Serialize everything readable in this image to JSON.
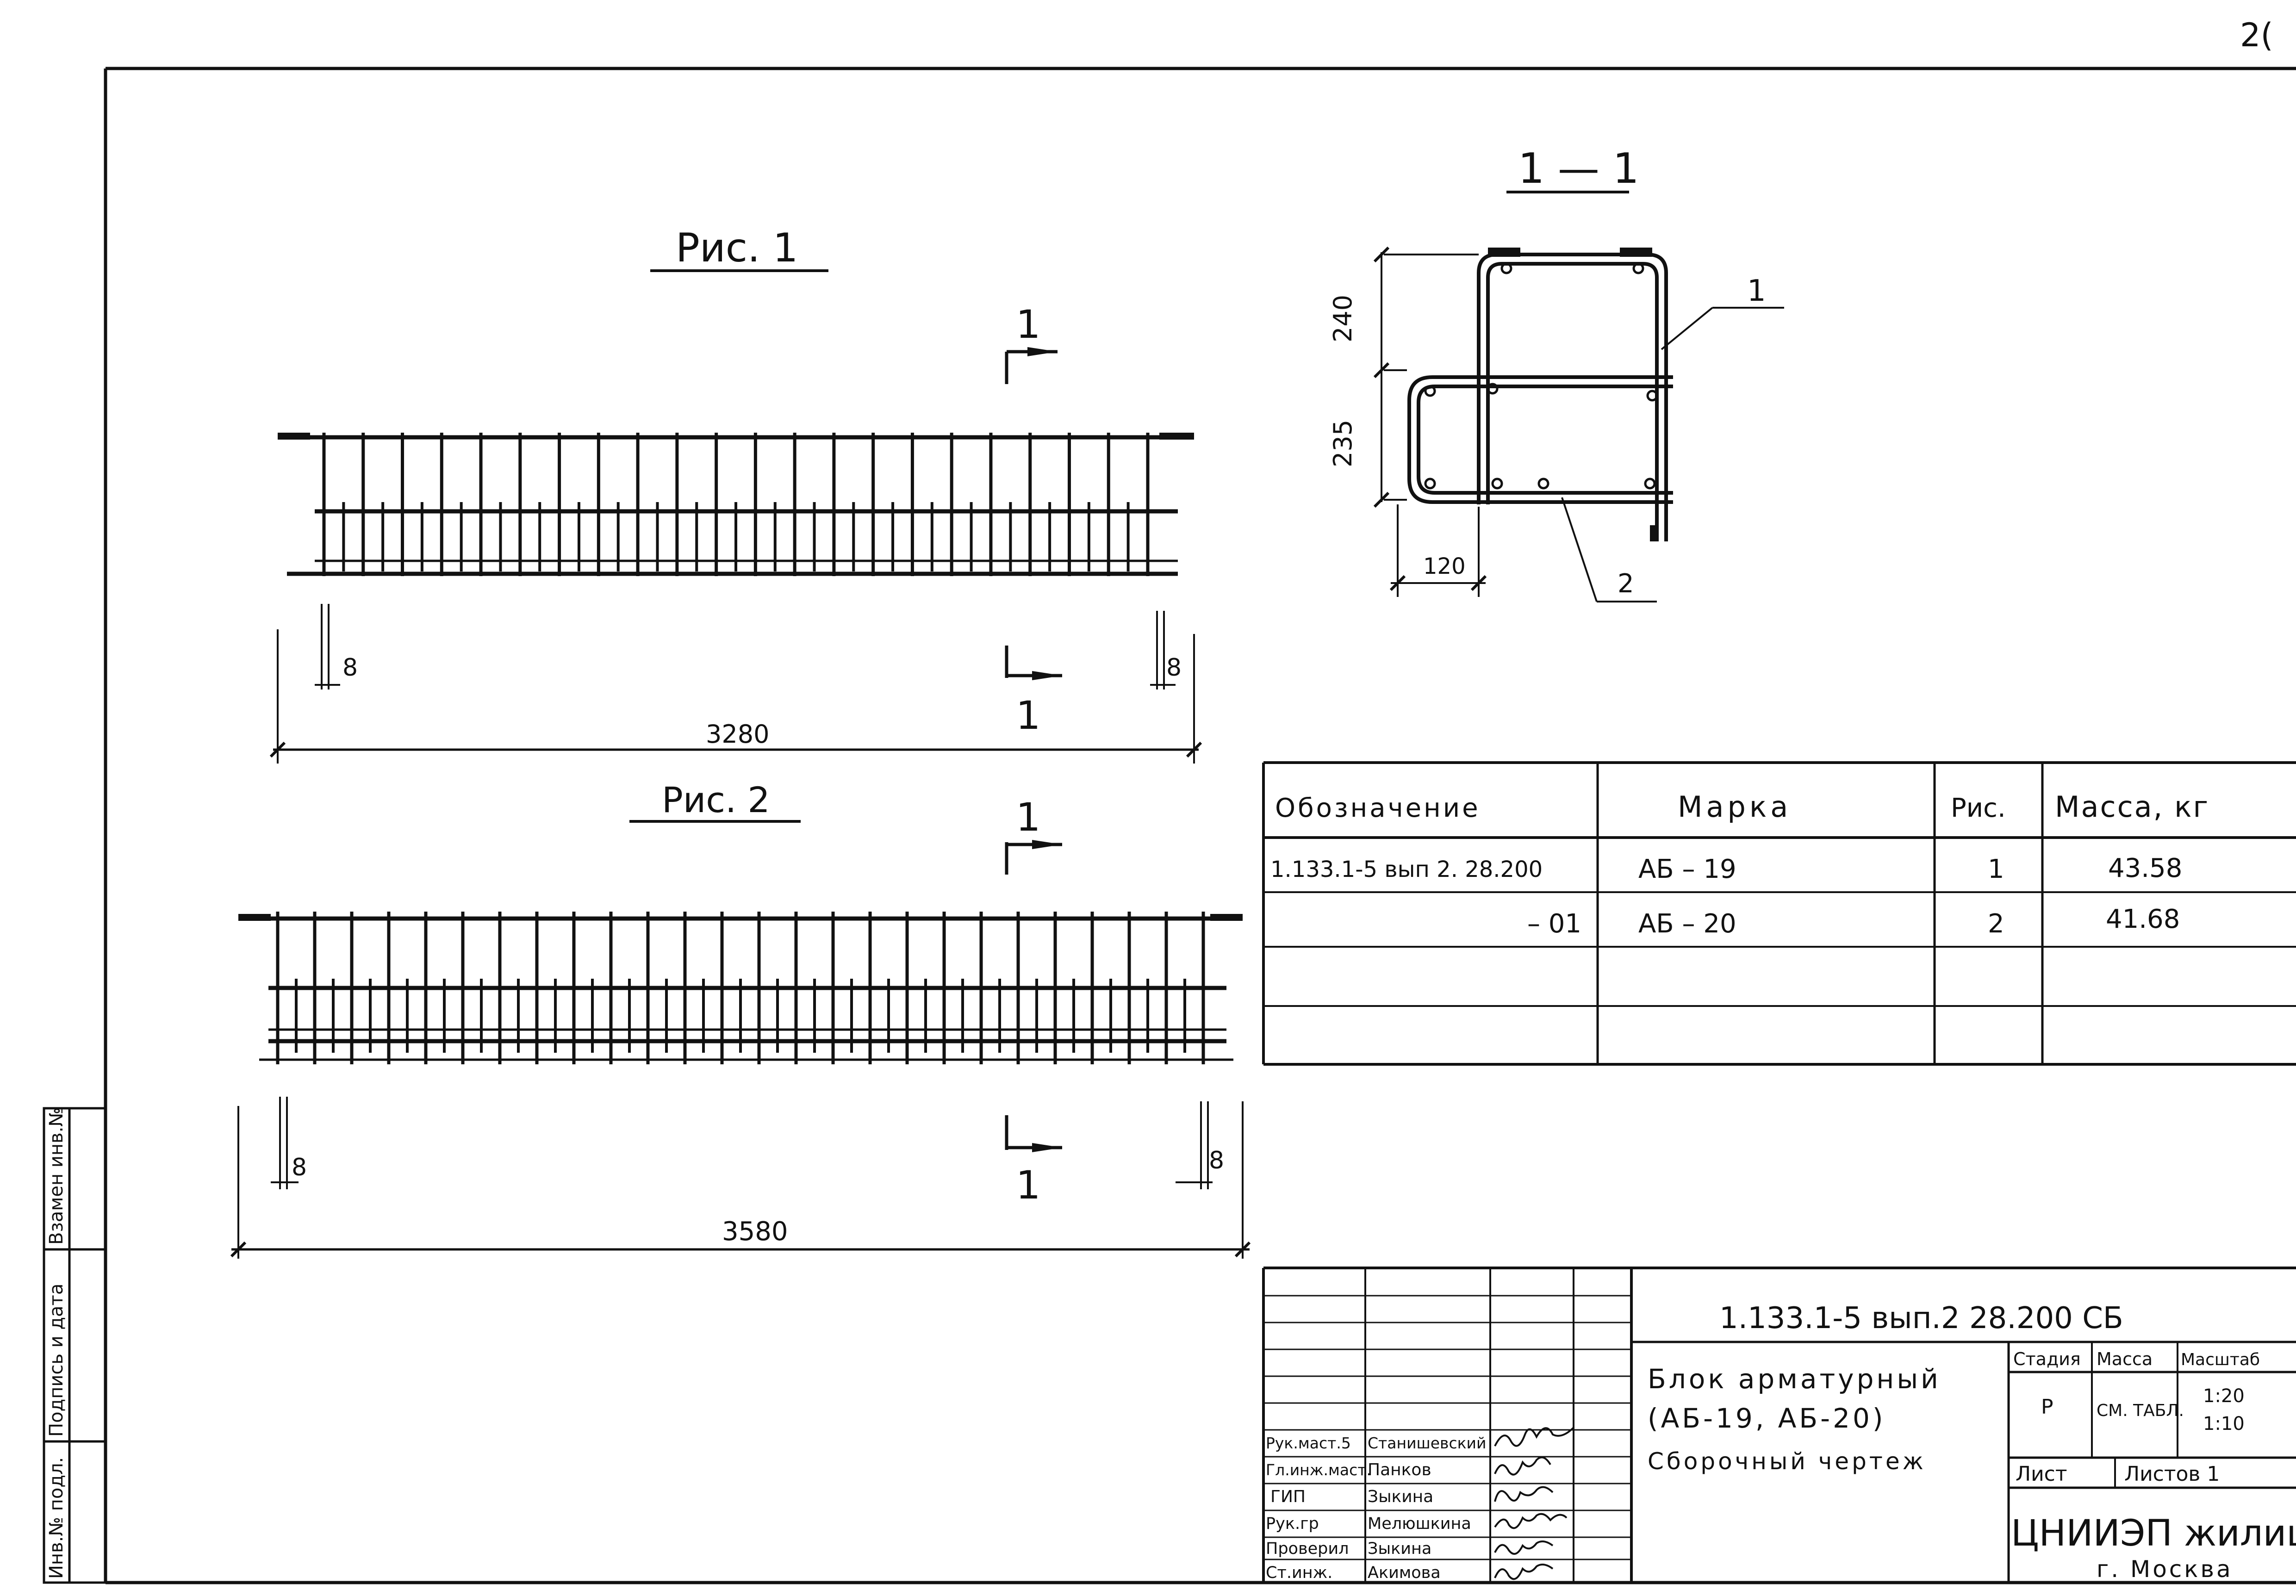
{
  "corner_page_mark": "2(",
  "fig1": {
    "title": "Рис. 1",
    "section_mark": "1",
    "dim_total": "3280",
    "dim_end_left": "8",
    "dim_end_right": "8"
  },
  "fig2": {
    "title": "Рис. 2",
    "section_mark": "1",
    "dim_total": "3580",
    "dim_end_left": "8",
    "dim_end_right": "8"
  },
  "section": {
    "title": "1 — 1",
    "dim_top": "240",
    "dim_bottom": "235",
    "dim_width": "120",
    "callout_1": "1",
    "callout_2": "2"
  },
  "spec_table": {
    "headers": [
      "Обозначение",
      "Марка",
      "Рис.",
      "Масса, кг"
    ],
    "rows": [
      [
        "1.133.1-5 вып 2. 28.200",
        "АБ – 19",
        "1",
        "43.58"
      ],
      [
        "– 01",
        "АБ – 20",
        "2",
        "41.68"
      ],
      [
        "",
        "",
        "",
        ""
      ],
      [
        "",
        "",
        "",
        ""
      ]
    ]
  },
  "side_stamp": {
    "labels": [
      "Взамен инв.№",
      "Подпись и дата",
      "Инв.№ подл."
    ]
  },
  "title_block": {
    "doc_code": "1.133.1-5 вып.2 28.200 СБ",
    "doc_title_line1": "Блок арматурный",
    "doc_title_line2": "(АБ-19, АБ-20)",
    "doc_title_line3": "Сборочный чертеж",
    "col_stage": "Стадия",
    "col_mass": "Масса",
    "col_scale": "Масштаб",
    "val_stage": "Р",
    "val_mass": "СМ. ТАБЛ.",
    "val_scale_1": "1:20",
    "val_scale_2": "1:10",
    "sheet_label": "Лист",
    "sheets_label": "Листов 1",
    "org": "ЦНИИЭП жилища",
    "city": "г. Москва",
    "staff": [
      {
        "role": "Рук.маст.5",
        "name": "Станишевский"
      },
      {
        "role": "Гл.инж.маст.",
        "name": "Панков"
      },
      {
        "role": "ГИП",
        "name": "Зыкина"
      },
      {
        "role": "Рук.гр",
        "name": "Мелюшкина"
      },
      {
        "role": "Проверил",
        "name": "Зыкина"
      },
      {
        "role": "Ст.инж.",
        "name": "Акимова"
      }
    ]
  }
}
